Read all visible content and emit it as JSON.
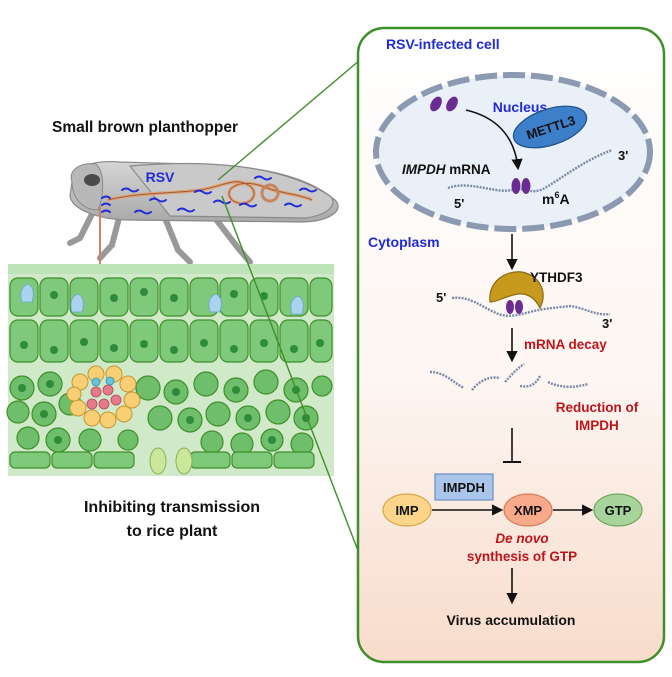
{
  "left": {
    "insect_title": "Small brown planthopper",
    "virus_label": "RSV",
    "caption_line1": "Inhibiting transmission",
    "caption_line2": "to rice plant"
  },
  "right": {
    "panel_title": "RSV-infected cell",
    "nucleus_label": "Nucleus",
    "enzyme_label": "METTL3",
    "mrna_italic": "IMPDH",
    "mrna_suffix": " mRNA",
    "m6a_base": "m",
    "m6a_sup": "6",
    "m6a_tail": "A",
    "end5": "5'",
    "end3": "3'",
    "cytoplasm_label": "Cytoplasm",
    "reader_label": "YTHDF3",
    "decay_label": "mRNA decay",
    "reduction_line1": "Reduction of",
    "reduction_line2": "IMPDH",
    "impdh_box": "IMPDH",
    "node_imp": "IMP",
    "node_xmp": "XMP",
    "node_gtp": "GTP",
    "denovo_italic": "De novo",
    "denovo_line2": "synthesis of GTP",
    "virus_accumulation": "Virus accumulation"
  },
  "colors": {
    "panel_border": "#3f8f2a",
    "label_blue": "#1f2bd6",
    "label_red": "#c0141b",
    "nucleus_fill": "#eaf0f8",
    "nucleus_dash": "#8b9ab0",
    "mettl3_fill": "#3d7fc9",
    "ythdf3_fill": "#c79a1e",
    "m6a_purple": "#6a2c91",
    "imp_fill": "#fcd58a",
    "xmp_fill": "#f7a98a",
    "gtp_fill": "#a6d49a",
    "impdh_box_fill": "#a9c6ea",
    "leaf_green": "#7ec97a",
    "cell_green": "#5fb65d"
  }
}
